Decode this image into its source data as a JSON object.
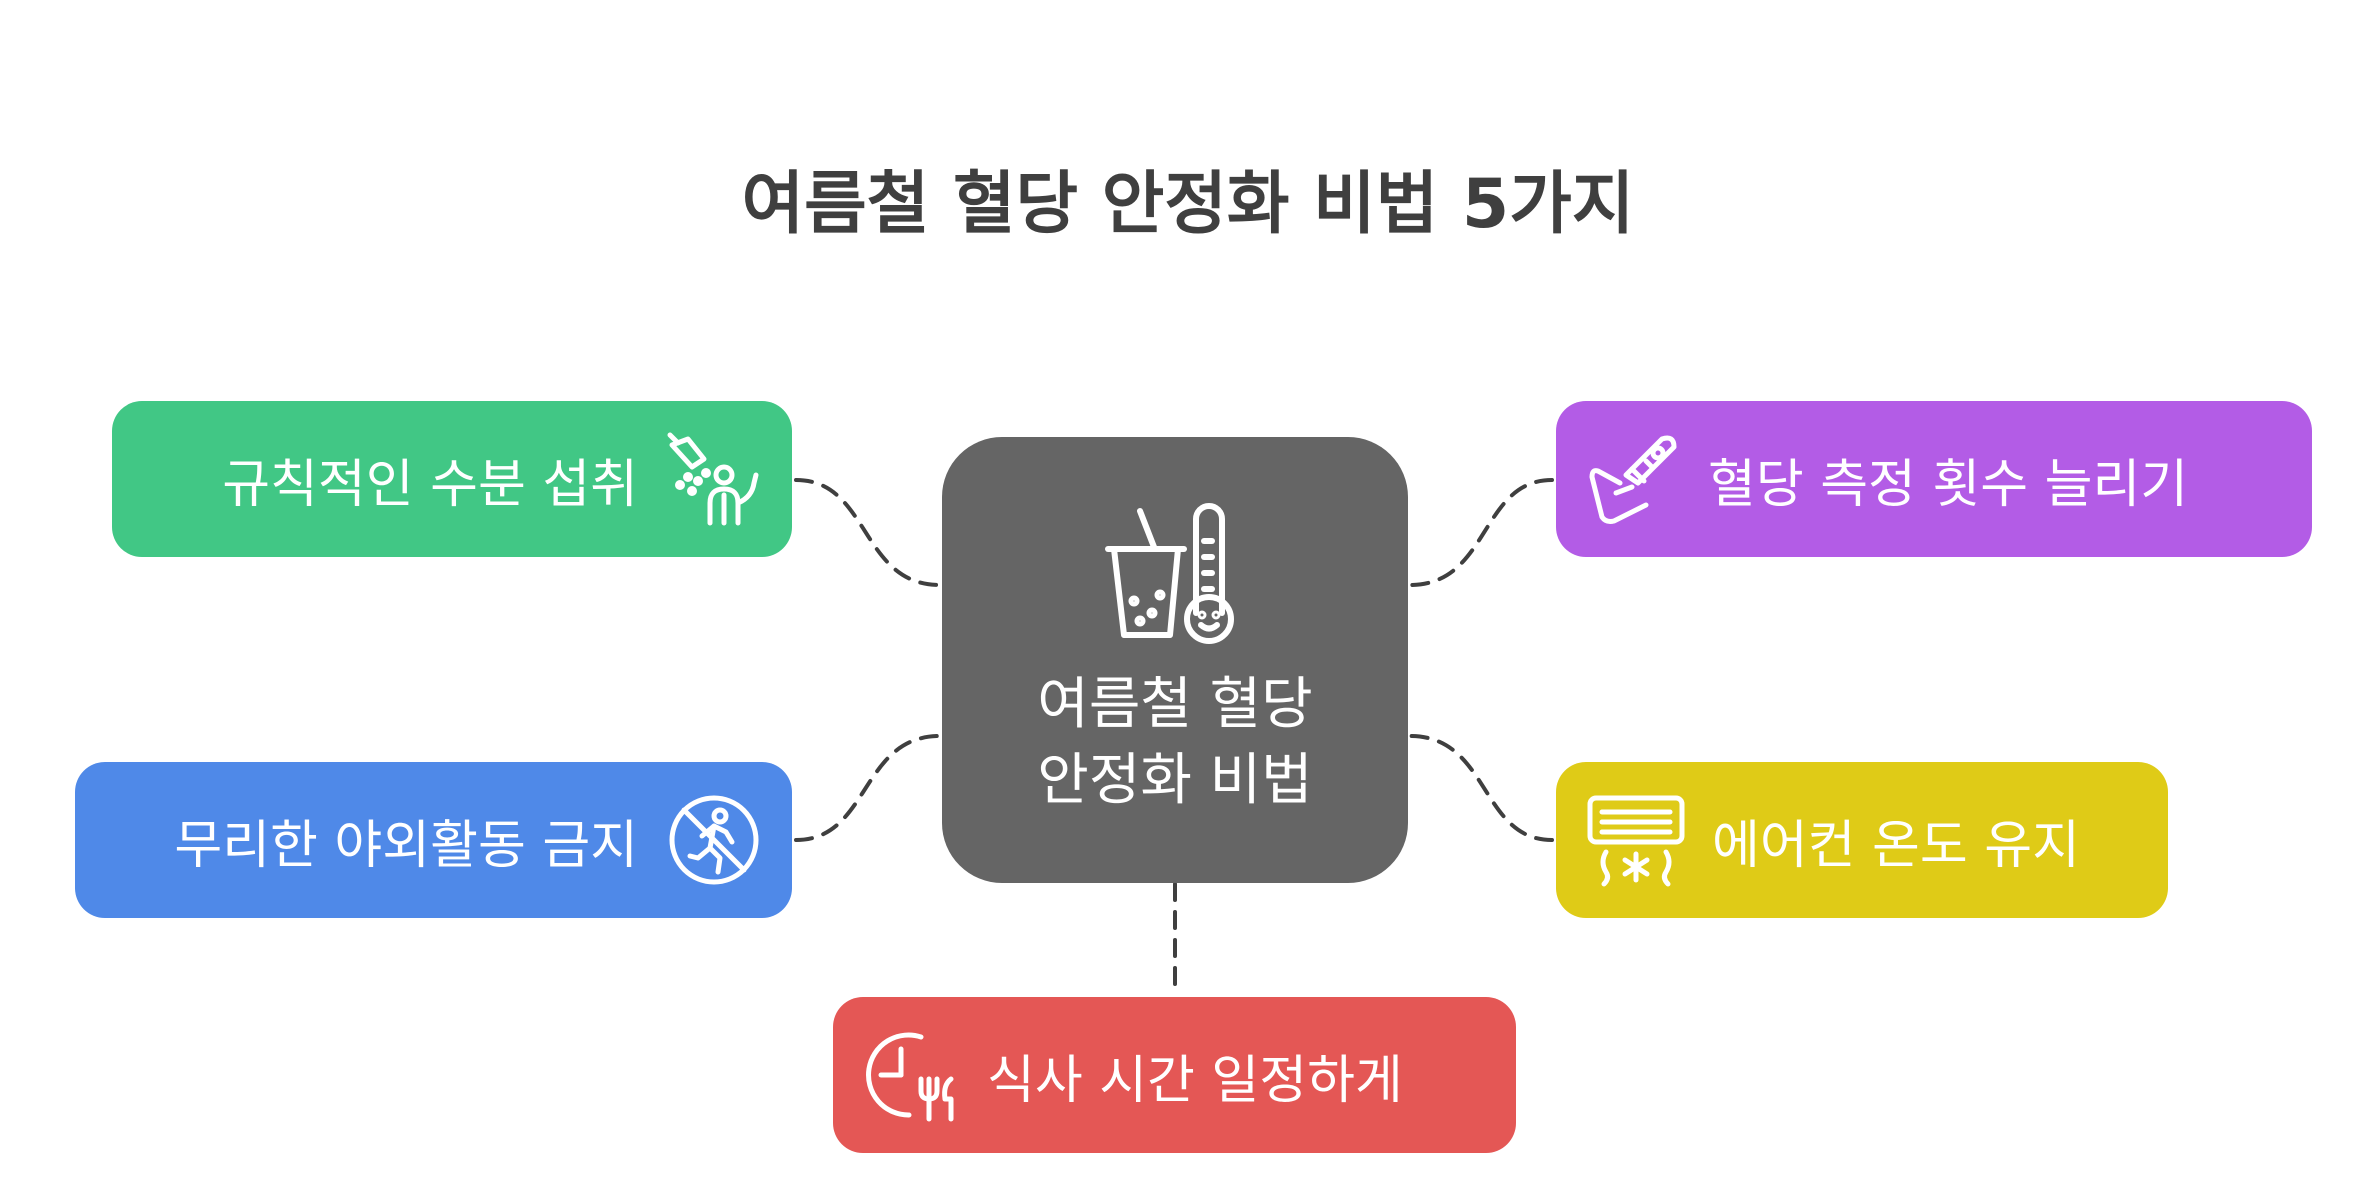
{
  "title": "여름철 혈당 안정화 비법 5가지",
  "center": {
    "line1": "여름철 혈당",
    "line2": "안정화 비법",
    "icon": "cup-thermometer-icon"
  },
  "tips": {
    "water": {
      "label": "규칙적인 수분 섭취",
      "icon": "shower-icon",
      "color": "#41c785"
    },
    "outdoor": {
      "label": "무리한 야외활동 금지",
      "icon": "no-running-icon",
      "color": "#4f89e8"
    },
    "measure": {
      "label": "혈당 측정 횟수 늘리기",
      "icon": "glucose-meter-icon",
      "color": "#b35ce6"
    },
    "aircon": {
      "label": "에어컨 온도 유지",
      "icon": "air-conditioner-icon",
      "color": "#dfcb17"
    },
    "meal": {
      "label": "식사 시간 일정하게",
      "icon": "clock-utensils-icon",
      "color": "#e45755"
    }
  },
  "colors": {
    "title": "#3f3f3f",
    "center_box": "#656565",
    "connector": "#3f3f3f"
  }
}
